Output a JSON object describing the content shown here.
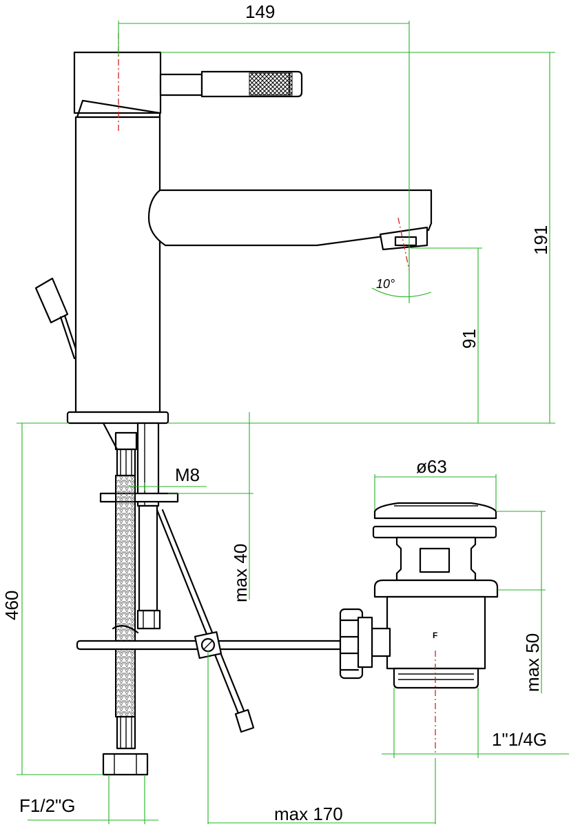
{
  "drawing": {
    "dimensions": {
      "overall_reach": "149",
      "overall_height": "191",
      "spout_height": "91",
      "flexible_hose_length": "460",
      "rod_thread": "M8",
      "max_deck_thickness": "max 40",
      "waste_diameter": "ø63",
      "max_waste_thickness": "max 50",
      "waste_thread": "1\"1/4G",
      "inlet_thread": "F1/2\"G",
      "max_rod_reach": "max 170",
      "spout_angle": "10°"
    },
    "markings": {
      "waste_body_letter": "F"
    },
    "colors": {
      "dimension_lines": "#1fb21f",
      "center_axes": "#d21f1f",
      "outline": "#000000"
    }
  }
}
